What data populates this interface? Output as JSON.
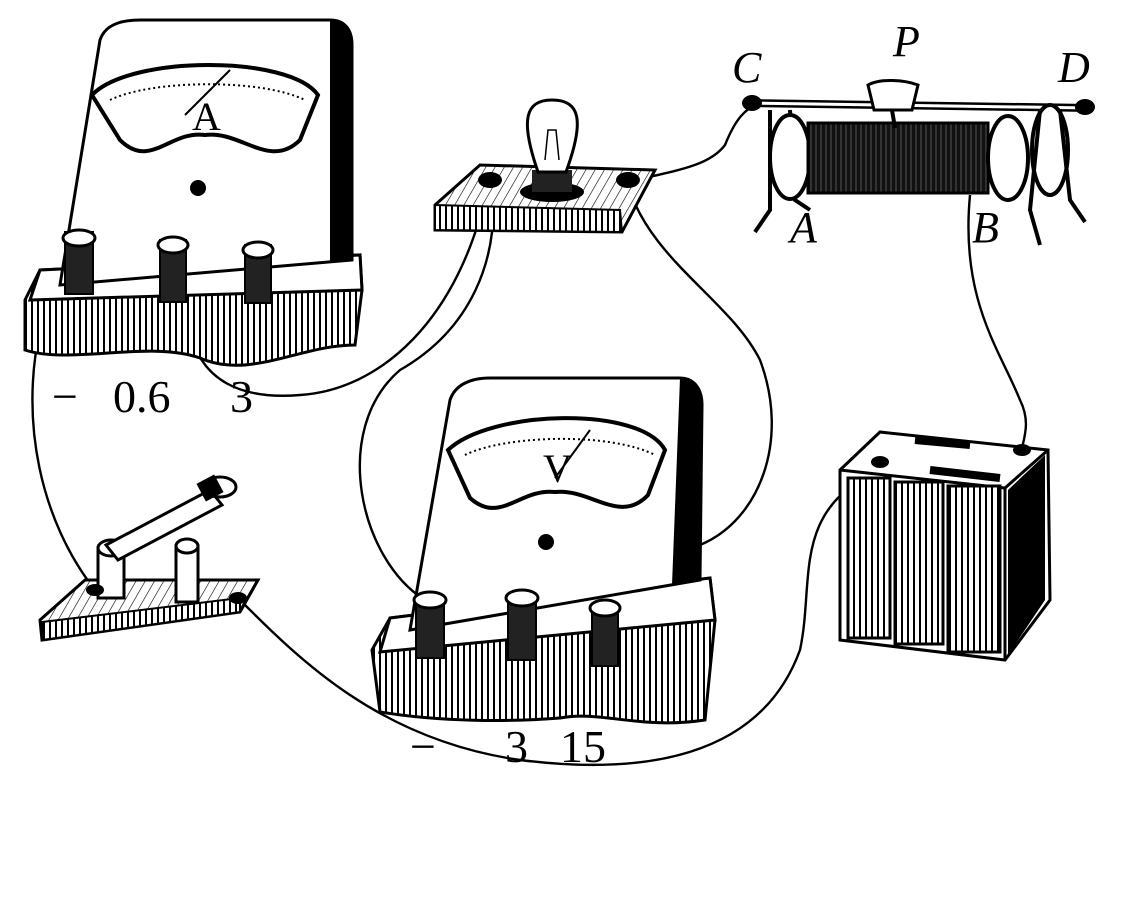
{
  "ammeter": {
    "dial_symbol": "A",
    "terminals": [
      "−",
      "0.6",
      "3"
    ]
  },
  "voltmeter": {
    "dial_symbol": "V",
    "terminals": [
      "−",
      "3",
      "15"
    ]
  },
  "rheostat": {
    "labels": {
      "c": "C",
      "p": "P",
      "d": "D",
      "a": "A",
      "b": "B"
    }
  },
  "colors": {
    "ink": "#000000",
    "paper": "#ffffff"
  }
}
